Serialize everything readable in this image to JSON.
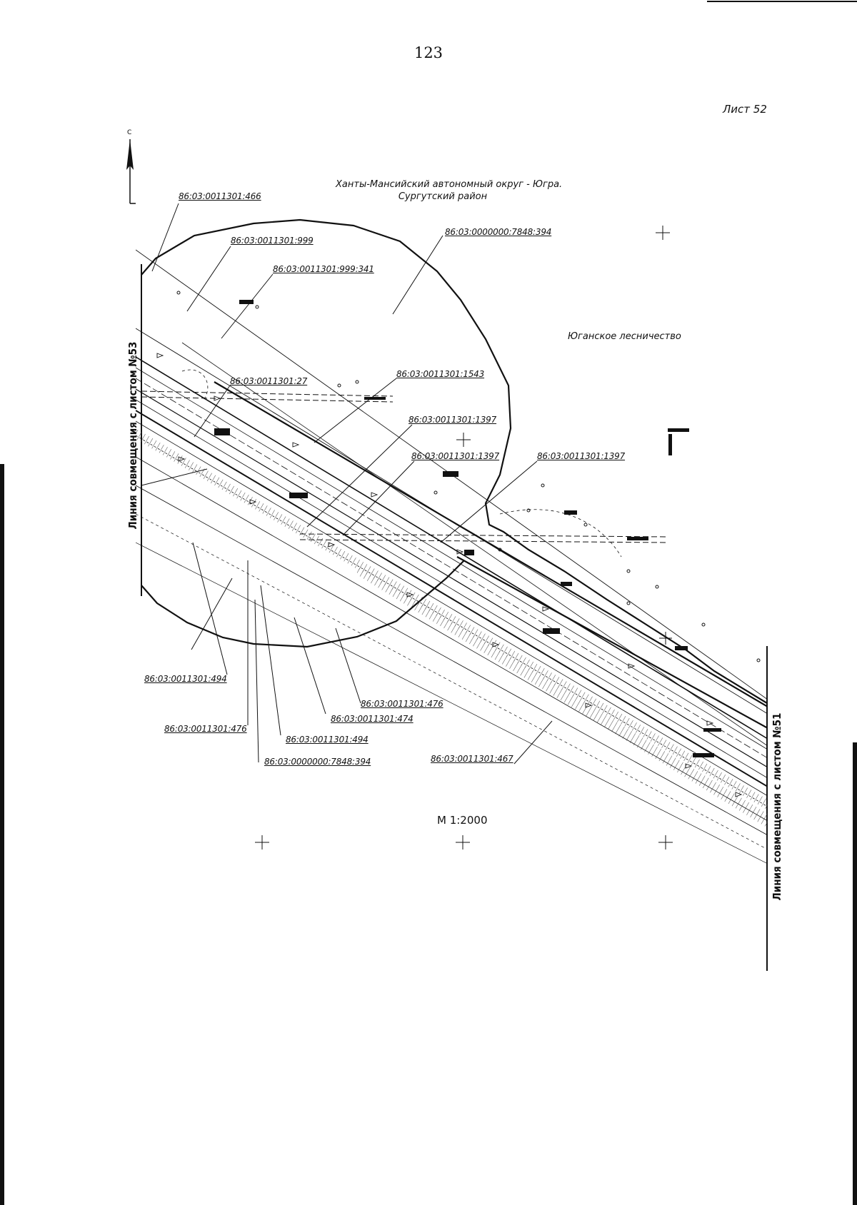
{
  "page_number": "123",
  "sheet_label": "Лист 52",
  "region": {
    "line1": "Ханты-Мансийский автономный округ - Югра.",
    "line2": "Сургутский район"
  },
  "forestry": "Юганское лесничество",
  "match_line_left": "Линия совмещения с листом №53",
  "match_line_right": "Линия совмещения с листом №51",
  "scale": "М 1:2000",
  "north_arrow_label": "С",
  "colors": {
    "ink": "#111111",
    "paper": "#ffffff"
  },
  "parcels": [
    {
      "id": "p1",
      "label": "86:03:0011301:466"
    },
    {
      "id": "p2",
      "label": "86:03:0011301:999"
    },
    {
      "id": "p3",
      "label": "86:03:0011301:999:341"
    },
    {
      "id": "p4",
      "label": "86:03:0000000:7848:394"
    },
    {
      "id": "p5",
      "label": "86:03:0011301:1543"
    },
    {
      "id": "p6",
      "label": "86:03:0011301:27"
    },
    {
      "id": "p7",
      "label": "86:03:0011301:1397"
    },
    {
      "id": "p8",
      "label": "86:03:0011301:1397"
    },
    {
      "id": "p9",
      "label": "86:03:0011301:1397"
    },
    {
      "id": "p10",
      "label": "86:03:0011301:494"
    },
    {
      "id": "p11",
      "label": "86:03:0011301:476"
    },
    {
      "id": "p12",
      "label": "86:03:0011301:474"
    },
    {
      "id": "p13",
      "label": "86:03:0011301:476"
    },
    {
      "id": "p14",
      "label": "86:03:0011301:494"
    },
    {
      "id": "p15",
      "label": "86:03:0000000:7848:394"
    },
    {
      "id": "p16",
      "label": "86:03:0011301:467"
    }
  ]
}
